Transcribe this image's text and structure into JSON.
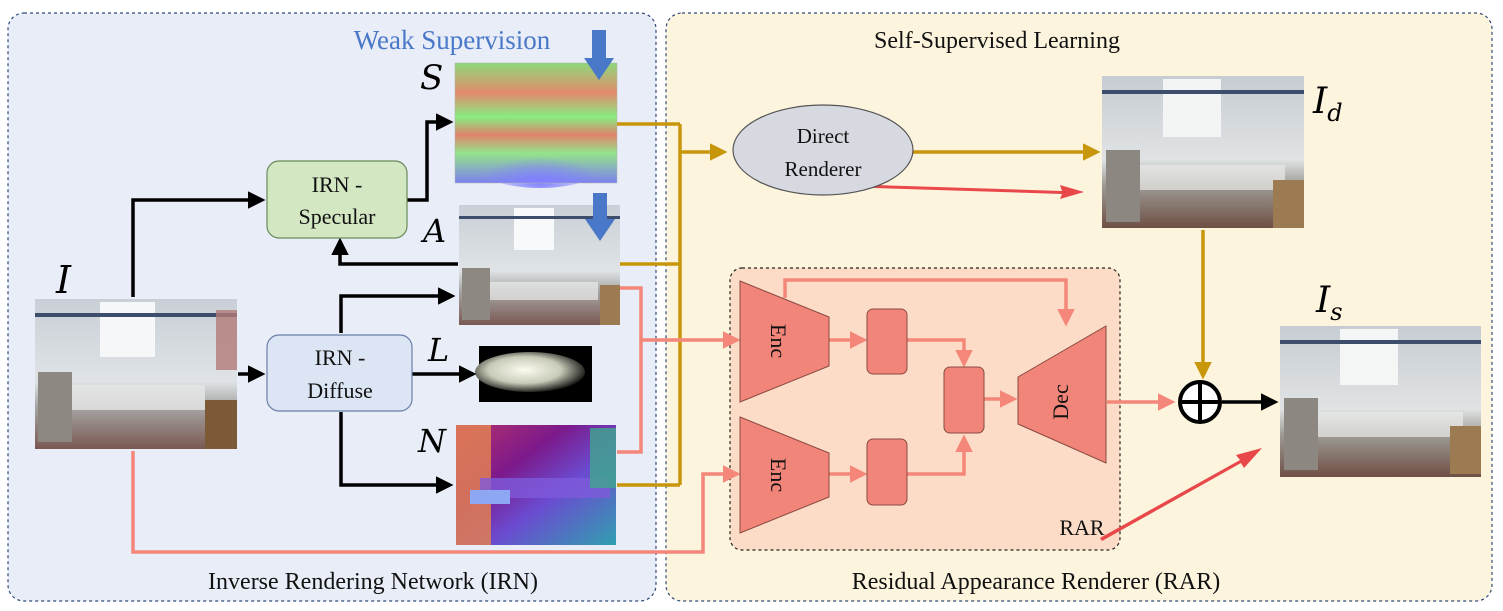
{
  "panels": {
    "irn": {
      "title": "Inverse Rendering Network (IRN)",
      "subtitle": "Weak Supervision"
    },
    "ssl": {
      "title": "Self-Supervised Learning",
      "footer": "Residual Appearance Renderer (RAR)"
    }
  },
  "modules": {
    "irn_specular": {
      "line1": "IRN -",
      "line2": "Specular"
    },
    "irn_diffuse": {
      "line1": "IRN -",
      "line2": "Diffuse"
    },
    "direct_renderer": {
      "line1": "Direct",
      "line2": "Renderer"
    },
    "rar": {
      "label": "RAR",
      "encoder_top": "Enc",
      "encoder_bottom": "Enc",
      "decoder": "Dec"
    }
  },
  "images": {
    "input": {
      "symbol": "I"
    },
    "specular": {
      "symbol": "S"
    },
    "albedo": {
      "symbol": "A"
    },
    "lighting": {
      "symbol": "L"
    },
    "normal": {
      "symbol": "N"
    },
    "direct_render": {
      "symbol": "I",
      "subscript": "d"
    },
    "final_render": {
      "symbol": "I",
      "subscript": "s"
    }
  },
  "colors": {
    "irn_bg": "#e8edf7",
    "ssl_bg": "#fdf4de",
    "rar_bg": "#fcdcc6",
    "gold_arrow": "#c8960a",
    "pink_arrow": "#f4867a",
    "red_arrow": "#e8484a",
    "blue_arrow": "#4a78c8",
    "specular_box": "#d3e7c3",
    "diffuse_box": "#dce5f3",
    "renderer_ellipse": "#d7d9e1",
    "rar_block": "#f2857a"
  }
}
